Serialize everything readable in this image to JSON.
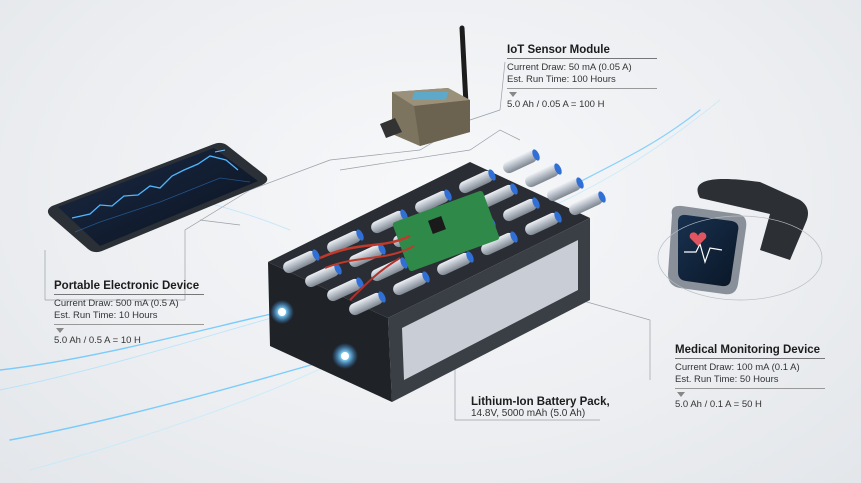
{
  "iot": {
    "title": "IoT Sensor Module",
    "current": "Current Draw: 50 mA (0.05 A)",
    "runtime": "Est. Run Time: 100 Hours",
    "calc": "5.0 Ah / 0.05 A = 100 H"
  },
  "portable": {
    "title": "Portable Electronic Device",
    "current": "Current Draw: 500 mA (0.5 A)",
    "runtime": "Est. Run Time: 10 Hours",
    "calc": "5.0 Ah / 0.5 A = 10 H"
  },
  "medical": {
    "title": "Medical Monitoring Device",
    "current": "Current Draw: 100 mA (0.1 A)",
    "runtime": "Est. Run Time: 50 Hours",
    "calc": "5.0 Ah / 0.1 A = 50 H"
  },
  "battery": {
    "title": "Lithium-Ion Battery Pack,",
    "spec": "14.8V, 5000 mAh (5.0 Ah)"
  }
}
